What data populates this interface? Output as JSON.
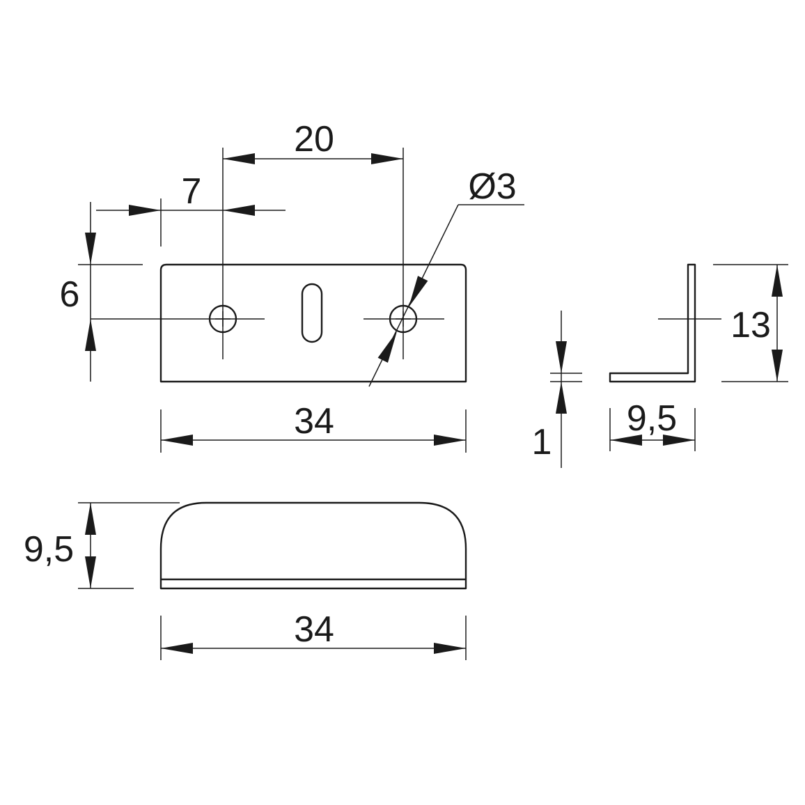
{
  "front_view": {
    "hole_pitch_label": "20",
    "hole_offset_label": "7",
    "hole_diameter_label": "Ø3",
    "hole_height_label": "6",
    "width_label": "34"
  },
  "side_view": {
    "thickness_label": "1",
    "height_label": "13",
    "depth_label": "9,5"
  },
  "top_view": {
    "depth_label": "9,5",
    "width_label": "34"
  },
  "colors": {
    "line": "#1a1a1a",
    "background": "#ffffff"
  }
}
